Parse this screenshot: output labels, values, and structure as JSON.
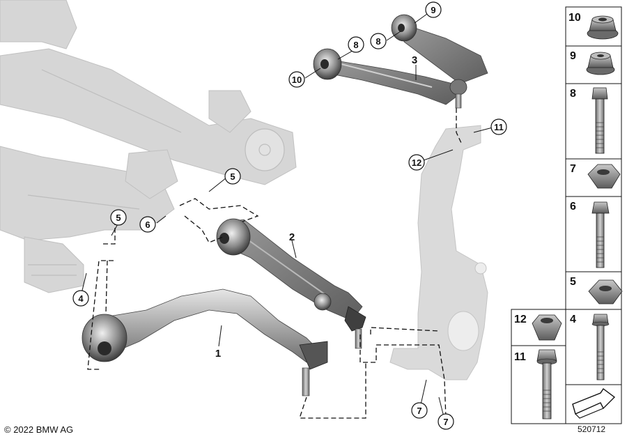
{
  "colors": {
    "frame": "#d2d2d2",
    "frame_dark": "#b9b9b9",
    "arm_light": "#c9c9c9",
    "arm_mid": "#8e8e8e",
    "arm_dark": "#5a5a5a",
    "line": "#111111"
  },
  "callouts": {
    "c9": "9",
    "c8a": "8",
    "c8b": "8",
    "c10": "10",
    "c11": "11",
    "c12": "12",
    "c5a": "5",
    "c5b": "5",
    "c6": "6",
    "c4": "4",
    "c7a": "7",
    "c7b": "7"
  },
  "part_labels": {
    "p1": "1",
    "p2": "2",
    "p3": "3"
  },
  "sidebar": {
    "cells": [
      {
        "num": "10",
        "icon": "flange-nut-icon"
      },
      {
        "num": "9",
        "icon": "flange-nut-icon"
      },
      {
        "num": "8",
        "icon": "long-bolt-icon"
      },
      {
        "num": "7",
        "icon": "hex-nut-icon"
      },
      {
        "num": "6",
        "icon": "bolt-icon"
      },
      {
        "num": "5",
        "icon": "hex-nut-icon"
      },
      {
        "num": "12",
        "icon": "hex-nut-icon"
      },
      {
        "num": "4",
        "icon": "long-bolt-icon"
      },
      {
        "num": "11",
        "icon": "bolt-icon"
      }
    ]
  },
  "footer": {
    "copyright": "© 2022 BMW AG",
    "diagram_number": "520712"
  }
}
